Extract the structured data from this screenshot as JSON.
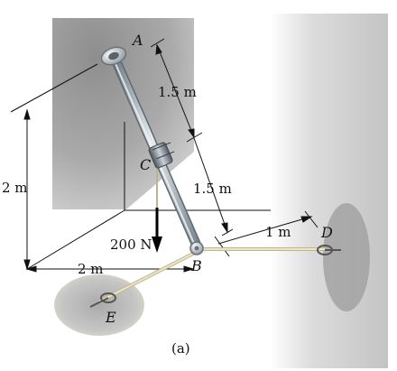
{
  "labels": {
    "point_a": "A",
    "point_b": "B",
    "point_c": "C",
    "point_d": "D",
    "point_e": "E",
    "dim_ac": "1.5 m",
    "dim_cb": "1.5 m",
    "dim_height": "2 m",
    "dim_bd": "1 m",
    "dim_be": "2 m",
    "force": "200 N",
    "caption": "(a)"
  },
  "colors": {
    "wall_shadow": "#8a8a8a",
    "rod": "#9aa6b0",
    "cable": "#d8d2b0",
    "force_arrow": "#000000"
  }
}
